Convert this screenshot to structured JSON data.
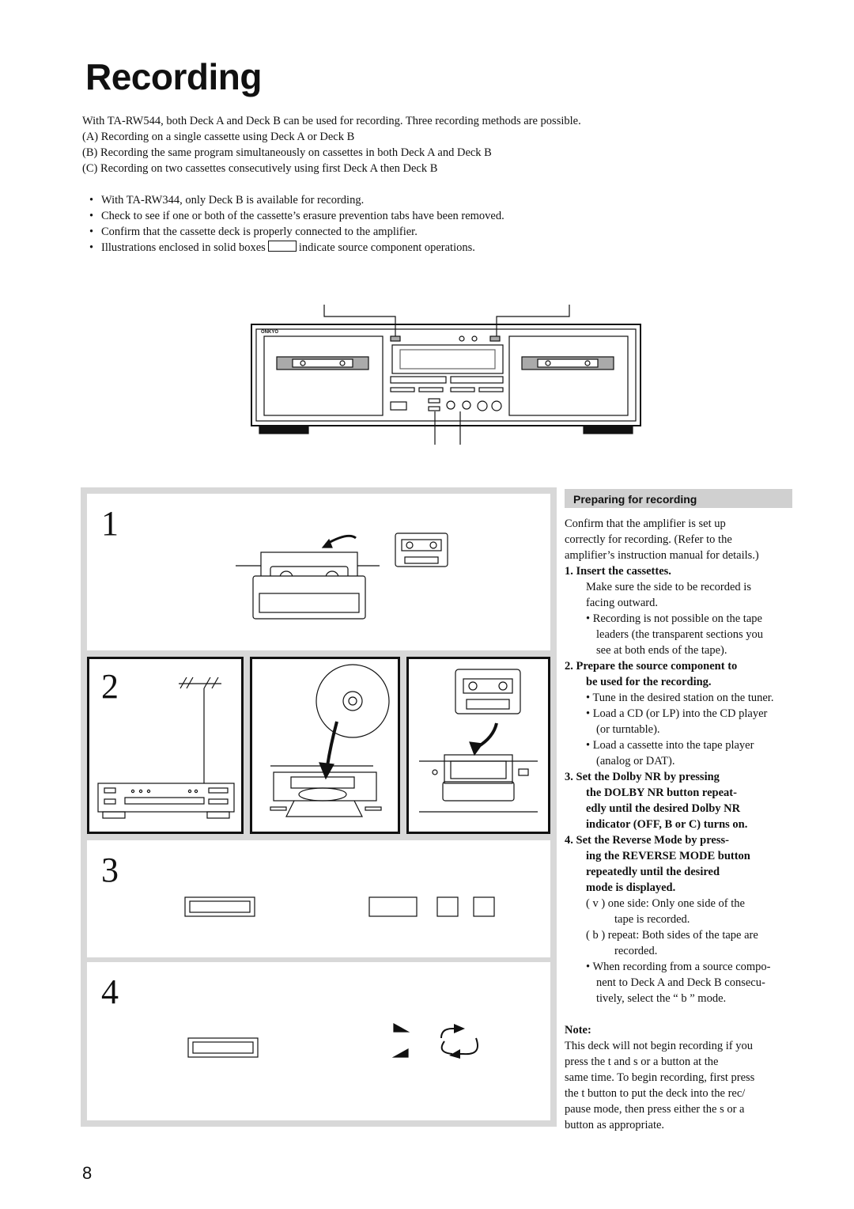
{
  "page": {
    "title": "Recording",
    "page_number": "8"
  },
  "intro": {
    "lead": "With TA-RW544, both Deck A and Deck B can be used for recording. Three recording methods are possible.",
    "methods": [
      "(A) Recording on a single cassette using Deck A or Deck B",
      "(B) Recording the same program simultaneously on cassettes in both Deck A and Deck B",
      "(C) Recording on two cassettes consecutively using first Deck A then Deck B"
    ]
  },
  "bullets": [
    "With TA-RW344, only Deck B is available for recording.",
    "Check to see if one or both of the cassette’s erasure prevention tabs have been removed.",
    "Confirm that the cassette deck is properly connected to the amplifier."
  ],
  "bullet_box": {
    "before": "Illustrations enclosed in solid boxes",
    "after": "indicate source component operations."
  },
  "deck_illustration": {
    "brand": "ONKYO"
  },
  "steps": {
    "s1": "1",
    "s2": "2",
    "s3": "3",
    "s4": "4"
  },
  "preparing": {
    "heading": "Preparing for recording",
    "lines": [
      {
        "t": "Confirm that the amplifier is set up",
        "indent": 0,
        "bold": false
      },
      {
        "t": "correctly for recording. (Refer to the",
        "indent": 0,
        "bold": false
      },
      {
        "t": "amplifier’s instruction manual for details.)",
        "indent": 0,
        "bold": false
      },
      {
        "t": "1.   Insert the cassettes.",
        "indent": 0,
        "bold": true
      },
      {
        "t": "Make sure the side to be recorded is",
        "indent": 27,
        "bold": false
      },
      {
        "t": "facing outward.",
        "indent": 27,
        "bold": false
      },
      {
        "t": "•  Recording is not possible on the tape",
        "indent": 27,
        "bold": false
      },
      {
        "t": "leaders (the transparent sections you",
        "indent": 40,
        "bold": false
      },
      {
        "t": "see at both ends of the tape).",
        "indent": 40,
        "bold": false
      },
      {
        "t": "2.   Prepare the source component to",
        "indent": 0,
        "bold": true
      },
      {
        "t": "be used for the recording.",
        "indent": 27,
        "bold": true
      },
      {
        "t": "•  Tune in the desired station on the tuner.",
        "indent": 27,
        "bold": false
      },
      {
        "t": "•  Load a CD (or LP) into the CD player",
        "indent": 27,
        "bold": false
      },
      {
        "t": "(or turntable).",
        "indent": 40,
        "bold": false
      },
      {
        "t": "•  Load a cassette into the tape player",
        "indent": 27,
        "bold": false
      },
      {
        "t": "(analog or DAT).",
        "indent": 40,
        "bold": false
      },
      {
        "t": "3.   Set the Dolby NR by pressing",
        "indent": 0,
        "bold": true
      },
      {
        "t": "the DOLBY NR button repeat-",
        "indent": 27,
        "bold": true
      },
      {
        "t": "edly until the desired Dolby NR",
        "indent": 27,
        "bold": true
      },
      {
        "t": "indicator (OFF, B or C) turns on.",
        "indent": 27,
        "bold": true
      },
      {
        "t": "4.   Set the Reverse Mode by press-",
        "indent": 0,
        "bold": true
      },
      {
        "t": "ing the REVERSE MODE button",
        "indent": 27,
        "bold": true
      },
      {
        "t": "repeatedly until the desired",
        "indent": 27,
        "bold": true
      },
      {
        "t": "mode is displayed.",
        "indent": 27,
        "bold": true
      },
      {
        "t": "( v     ) one side: Only one side of the",
        "indent": 27,
        "bold": false
      },
      {
        "t": "tape is recorded.",
        "indent": 63,
        "bold": false
      },
      {
        "t": "( b     ) repeat: Both sides of the tape are",
        "indent": 27,
        "bold": false
      },
      {
        "t": "recorded.",
        "indent": 63,
        "bold": false
      },
      {
        "t": "•  When recording from a source compo-",
        "indent": 27,
        "bold": false
      },
      {
        "t": "nent to Deck A and Deck B consecu-",
        "indent": 40,
        "bold": false
      },
      {
        "t": "tively, select the “ b    ” mode.",
        "indent": 40,
        "bold": false
      }
    ]
  },
  "note": {
    "heading": "Note:",
    "lines": [
      "This deck will not begin recording if you",
      "press the t      and s    or a    button at the",
      "same time. To begin recording, first press",
      "the t     button to put the deck into the rec/",
      "pause mode, then press either the s    or a",
      "button as appropriate."
    ]
  }
}
